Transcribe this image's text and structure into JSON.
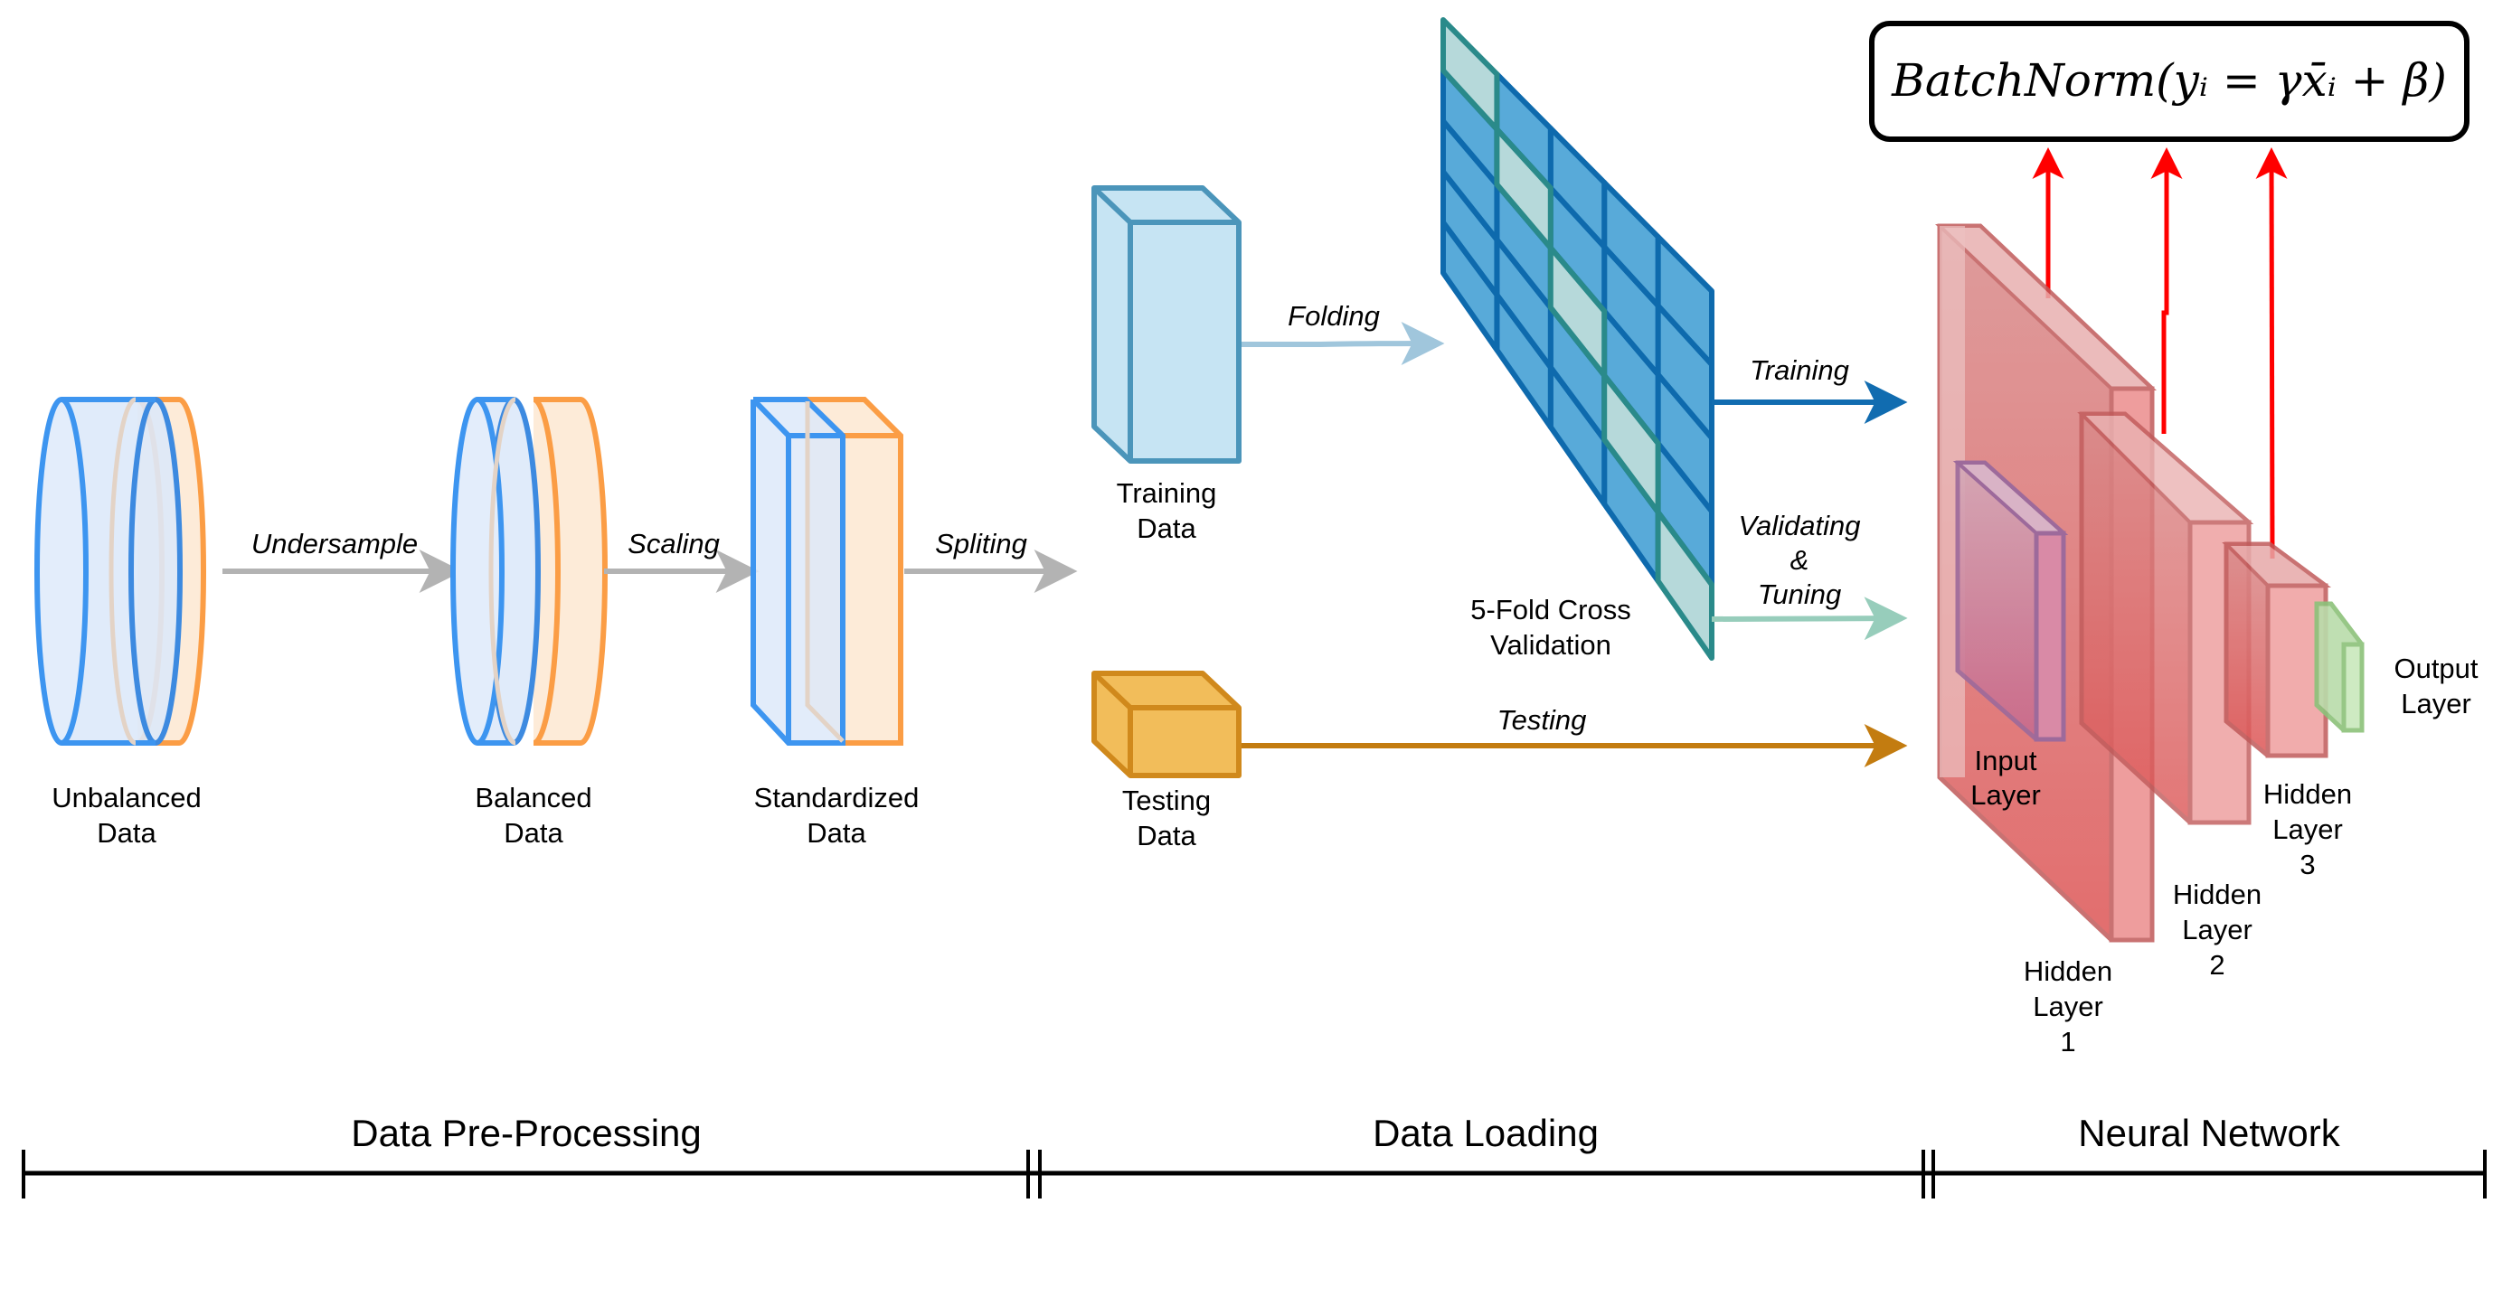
{
  "title": "Data pipeline: pre-processing, data loading and neural network with batch normalization",
  "colors": {
    "cyl_blue_stroke": "#3d95f0",
    "cyl_blue_fill": "#dde9f9",
    "cyl_orange_stroke": "#fb9d45",
    "cyl_orange_fill": "#fdebd8",
    "gray_arrow": "#b3b3b3",
    "train_box_stroke": "#4b95ba",
    "train_box_fill": "#c6e4f3",
    "test_box_stroke": "#d0891c",
    "test_box_fill": "#f2bd5a",
    "fold_fill": "#58aad9",
    "fold_line": "#0e6aad",
    "fold_val_fill": "#b6d9da",
    "fold_val_line": "#2a8a8a",
    "folding_arrow": "#a0c6dc",
    "training_arrow": "#116cb0",
    "validating_arrow": "#97cdbb",
    "testing_arrow": "#c37c10",
    "nn_red": "#e06e6e",
    "nn_red_stroke": "#c05a5a",
    "input_purple": "#b77aa8",
    "output_green": "#9ccc8a",
    "bn_arrow": "#ff0000"
  },
  "preprocessing": {
    "unbalanced": {
      "label": [
        "Unbalanced",
        "Data"
      ]
    },
    "balanced": {
      "label": [
        "Balanced",
        "Data"
      ]
    },
    "standardized": {
      "label": [
        "Standardized",
        "Data"
      ]
    },
    "edges": {
      "undersample": "Undersample",
      "scaling": "Scaling",
      "spliting": "Spliting"
    }
  },
  "loading": {
    "training_data": {
      "label": [
        "Training",
        "Data"
      ]
    },
    "testing_data": {
      "label": [
        "Testing",
        "Data"
      ]
    },
    "cross_validation": {
      "label": [
        "5-Fold Cross",
        "Validation"
      ],
      "folds": 5,
      "validation_diagonal": [
        0,
        1,
        2,
        3,
        4
      ]
    },
    "edges": {
      "folding": "Folding",
      "training": "Training",
      "validating": [
        "Validating",
        "&",
        "Tuning"
      ],
      "testing": "Testing"
    }
  },
  "network": {
    "batchnorm_formula": "BatchNorm(yᵢ = γx̄ᵢ + β)",
    "layers": [
      {
        "id": "input",
        "label": [
          "Input",
          "Layer"
        ]
      },
      {
        "id": "hidden1",
        "label": [
          "Hidden",
          "Layer",
          "1"
        ]
      },
      {
        "id": "hidden2",
        "label": [
          "Hidden",
          "Layer",
          "2"
        ]
      },
      {
        "id": "hidden3",
        "label": [
          "Hidden",
          "Layer",
          "3"
        ]
      },
      {
        "id": "output",
        "label": [
          "Output",
          "Layer"
        ]
      }
    ]
  },
  "phases": [
    {
      "label": "Data Pre-Processing"
    },
    {
      "label": "Data Loading"
    },
    {
      "label": "Neural Network"
    }
  ]
}
